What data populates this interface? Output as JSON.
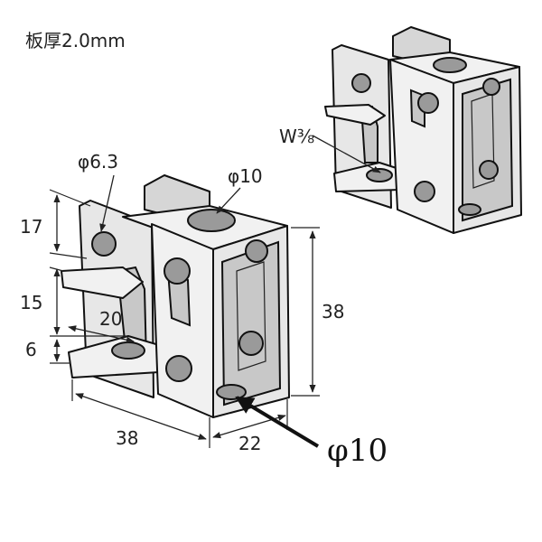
{
  "title": "板厚2.0mm",
  "labels": {
    "phi63": "φ6.3",
    "phi10_top": "φ10",
    "w38": "W⅜",
    "d17": "17",
    "d15": "15",
    "d20": "20",
    "d6": "6",
    "d38_bottom": "38",
    "d22": "22",
    "d38_right": "38",
    "phi10_big": "φ10"
  }
}
